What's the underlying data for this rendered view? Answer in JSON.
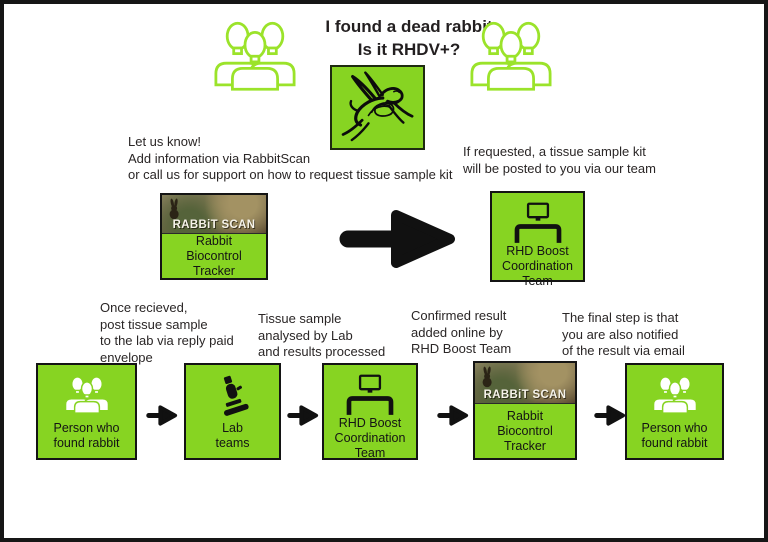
{
  "title": {
    "text": "I found a dead rabbit\nIs it RHDV+?"
  },
  "notes": {
    "let_us_know": "Let us know!\nAdd information via RabbitScan\nor call us for support on how to request tissue sample kit",
    "kit_posted": "If requested, a tissue sample kit\nwill be posted to you via our team"
  },
  "boxes": {
    "rabbitscan": {
      "logo": "RABBiT SCAN",
      "label": "Rabbit\nBiocontrol\nTracker"
    },
    "rhd_boost": {
      "label": "RHD Boost\nCoordination\nTeam"
    },
    "person": {
      "label": "Person who\nfound rabbit"
    },
    "lab": {
      "label": "Lab\nteams"
    }
  },
  "captions": [
    "Once recieved,\npost tissue sample\nto the lab via reply paid\nenvelope",
    "Tissue sample\nanalysed by Lab\nand results processed",
    "Confirmed result\nadded online by\nRHD Boost Team",
    "The final step is that\nyou are also notified\nof the result via email"
  ],
  "icons": {
    "people_group_outline": "people-group-outline-icon",
    "people_group_filled": "people-group-filled-icon",
    "rabbit_sketch": "rabbit-sketch-icon",
    "microscope": "microscope-icon",
    "computer_desk": "computer-desk-icon",
    "arrow_right": "arrow-right-icon"
  },
  "colors": {
    "box_green": "#87d422",
    "outline_green": "#9be32a",
    "ink": "#111111",
    "text": "#231f20",
    "frame": "#161616"
  }
}
